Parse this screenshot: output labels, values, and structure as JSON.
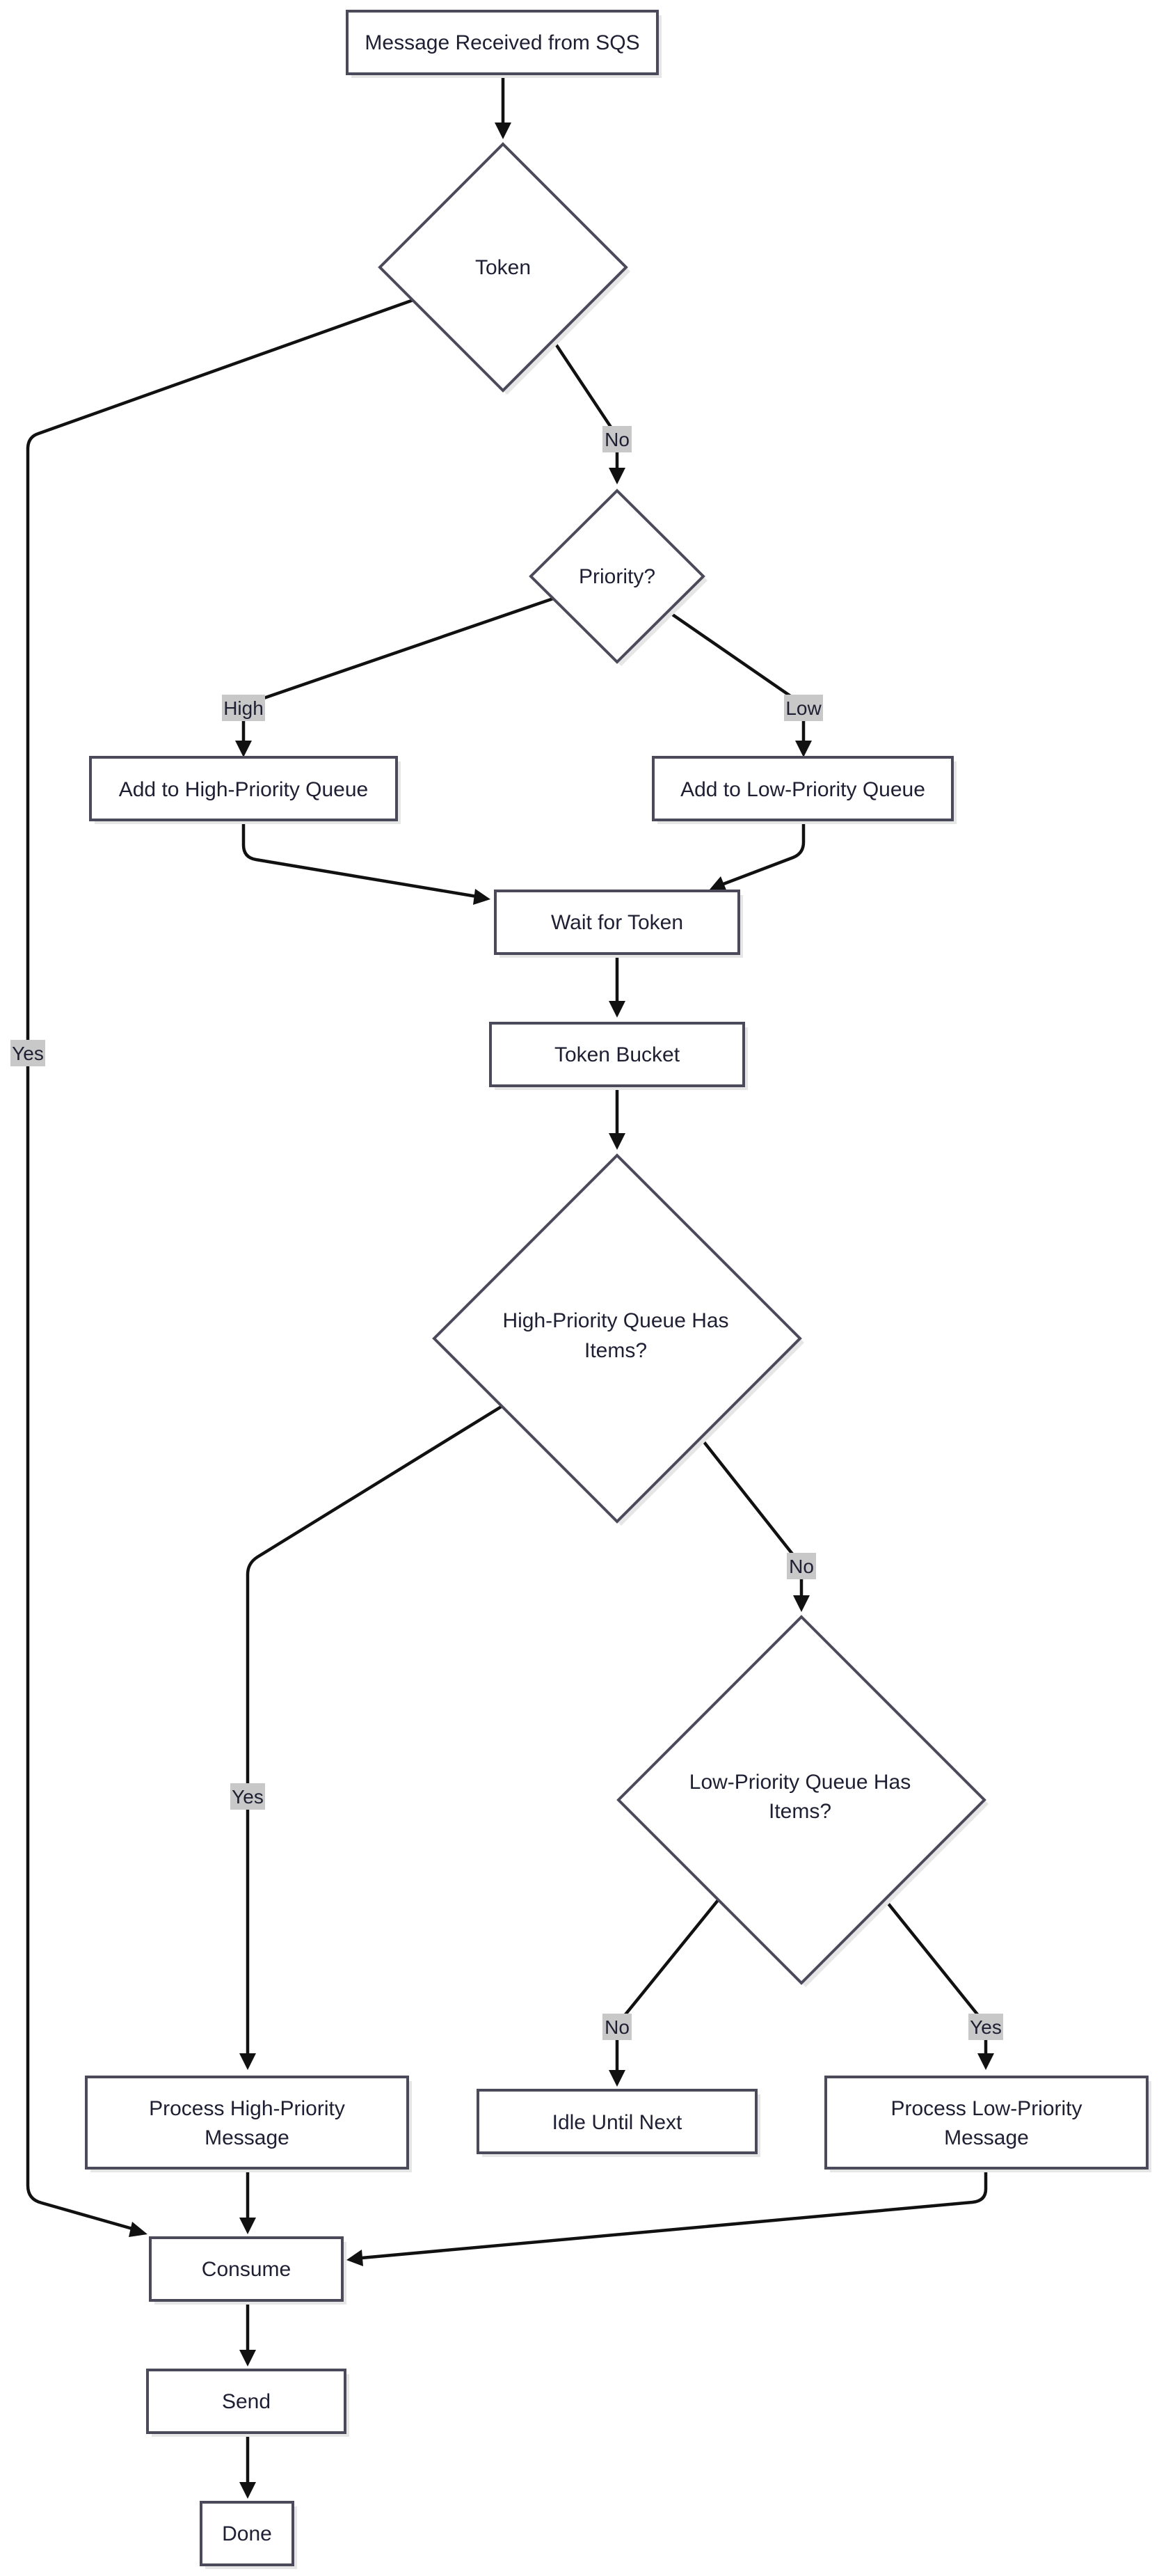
{
  "nodes": {
    "sqs": "Message Received from SQS",
    "token": "Token",
    "priority": "Priority?",
    "add_high": "Add to High-Priority Queue",
    "add_low": "Add to Low-Priority Queue",
    "wait": "Wait for Token",
    "bucket": "Token Bucket",
    "hp_has_1": "High-Priority Queue Has",
    "hp_has_2": "Items?",
    "lp_has_1": "Low-Priority Queue Has",
    "lp_has_2": "Items?",
    "proc_high_1": "Process High-Priority",
    "proc_high_2": "Message",
    "idle": "Idle Until Next",
    "proc_low_1": "Process Low-Priority",
    "proc_low_2": "Message",
    "consume": "Consume",
    "send": "Send",
    "done": "Done"
  },
  "edge_labels": {
    "token_yes": "Yes",
    "token_no": "No",
    "priority_high": "High",
    "priority_low": "Low",
    "hp_yes": "Yes",
    "hp_no": "No",
    "lp_no": "No",
    "lp_yes": "Yes"
  },
  "colors": {
    "node_border": "#4a4a5a",
    "edge": "#111111",
    "label_bg": "#c8c8c8",
    "text": "#1f1f33"
  }
}
